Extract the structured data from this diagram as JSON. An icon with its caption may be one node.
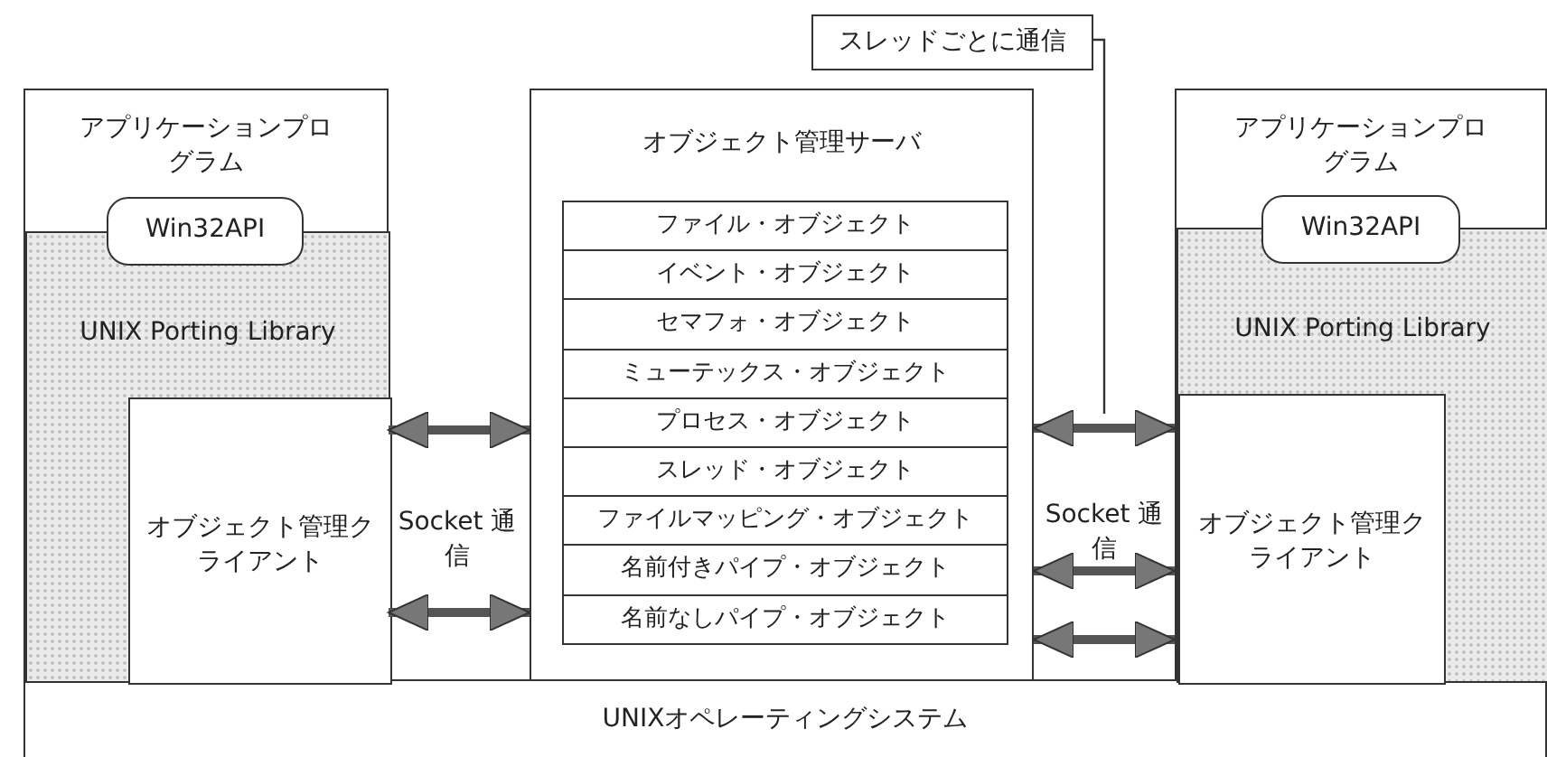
{
  "diagram": {
    "nodes": [
      {
        "text": [
          "アプリケーションプログラム"
        ]
      },
      {
        "text": [
          "Win32API"
        ],
        "in": 0
      },
      {
        "text": [
          "UNIX Porting Library"
        ],
        "in": 0
      },
      {
        "text": [
          "オブジェクト管理クライアント"
        ],
        "in": 2
      },
      {
        "text": [
          "オブジェクト管理サーバ"
        ]
      },
      {
        "text": [
          "ファイル・オブジェクト"
        ],
        "in": 4
      },
      {
        "text": [
          "イベント・オブジェクト"
        ],
        "in": 4
      },
      {
        "text": [
          "セマフォ・オブジェクト"
        ],
        "in": 4
      },
      {
        "text": [
          "ミューテックス・オブジェクト"
        ],
        "in": 4
      },
      {
        "text": [
          "プロセス・オブジェクト"
        ],
        "in": 4
      },
      {
        "text": [
          "スレッド・オブジェクト"
        ],
        "in": 4
      },
      {
        "text": [
          "ファイルマッピング・オブジェクト"
        ],
        "in": 4
      },
      {
        "text": [
          "名前付きパイプ・オブジェクト"
        ],
        "in": 4
      },
      {
        "text": [
          "名前なしパイプ・オブジェクト"
        ],
        "in": 4
      },
      {
        "text": [
          "アプリケーションプログラム"
        ]
      },
      {
        "text": [
          "Win32API"
        ],
        "in": 14
      },
      {
        "text": [
          "UNIX Porting Library"
        ],
        "in": 14
      },
      {
        "text": [
          "オブジェクト管理クライアント"
        ],
        "in": 16
      },
      {
        "text": [
          "スレッドごとに通信"
        ]
      },
      {
        "text": [
          "UNIXオペレーティングシステム"
        ]
      }
    ],
    "edges": [
      {
        "from": 3,
        "to": 4,
        "arrow": "both"
      },
      {
        "from": 3,
        "to": 4,
        "arrow": "both"
      },
      {
        "from": 4,
        "to": 17,
        "arrow": "both"
      },
      {
        "from": 4,
        "to": 17,
        "arrow": "both"
      },
      {
        "from": 4,
        "to": 17,
        "arrow": "both"
      },
      {
        "from": 18,
        "to": null,
        "arrow": "none"
      }
    ],
    "labels": [
      "Socket 通信",
      "Socket 通信"
    ]
  }
}
